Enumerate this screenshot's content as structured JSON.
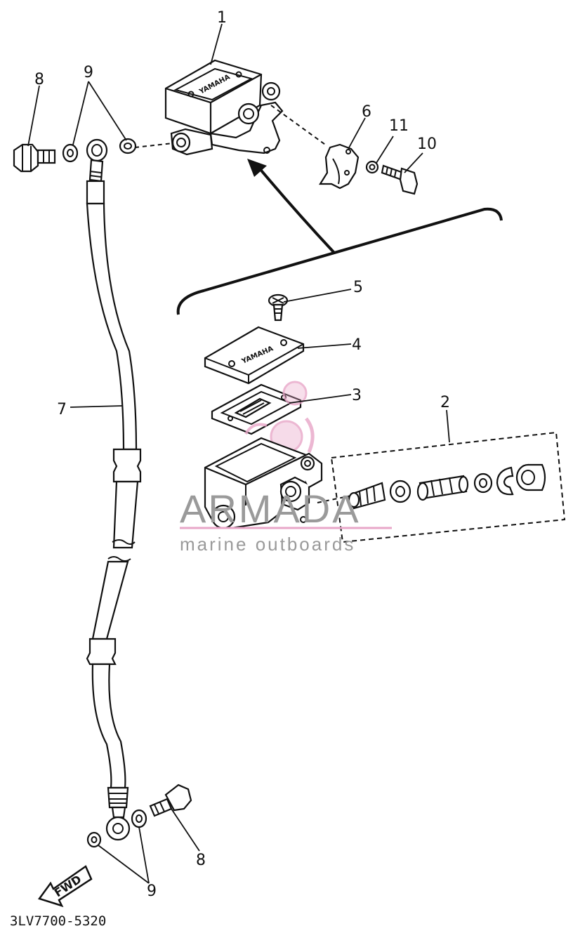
{
  "callouts": {
    "c1": "1",
    "c2": "2",
    "c3": "3",
    "c4": "4",
    "c5": "5",
    "c6": "6",
    "c7": "7",
    "c8_top": "8",
    "c8_bottom": "8",
    "c9_top": "9",
    "c9_bottom": "9",
    "c10": "10",
    "c11": "11"
  },
  "brand_reservoir": "YAMAHA",
  "brand_cap": "YAMAHA",
  "fwd_label": "FWD",
  "diagram_code": "3LV7700-5320",
  "watermark": {
    "name": "ARMADA",
    "tagline": "marine outboards",
    "accent_color": "#e8a6c8",
    "text_color": "#9a9a9a"
  }
}
